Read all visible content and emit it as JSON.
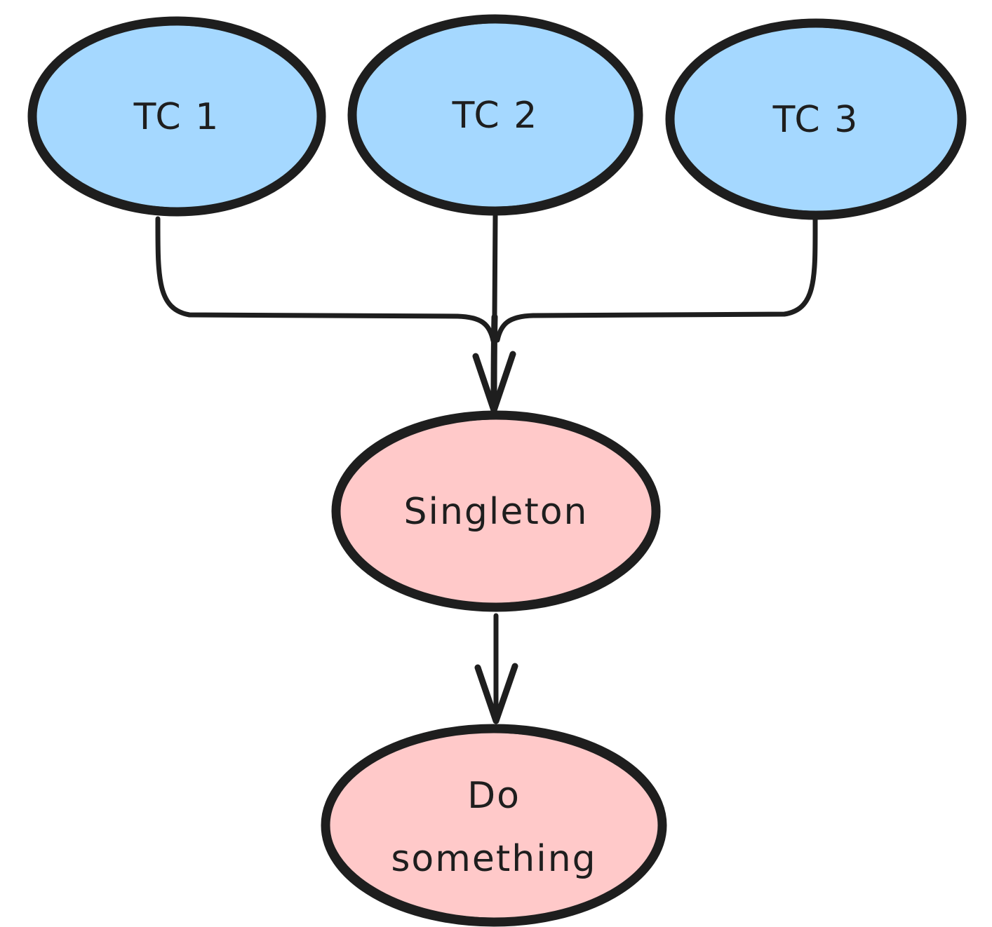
{
  "diagram": {
    "background_color": "#ffffff",
    "stroke_color": "#1e1e1e",
    "palette": {
      "blue_fill": "#a5d8ff",
      "pink_fill": "#ffc9c9"
    },
    "nodes": [
      {
        "id": "tc1",
        "label": "TC 1",
        "shape": "ellipse",
        "fill": "#a5d8ff"
      },
      {
        "id": "tc2",
        "label": "TC 2",
        "shape": "ellipse",
        "fill": "#a5d8ff"
      },
      {
        "id": "tc3",
        "label": "TC 3",
        "shape": "ellipse",
        "fill": "#a5d8ff"
      },
      {
        "id": "singleton",
        "label": "Singleton",
        "shape": "ellipse",
        "fill": "#ffc9c9"
      },
      {
        "id": "do-something",
        "label": "Do something",
        "lines": [
          "Do",
          "something"
        ],
        "shape": "ellipse",
        "fill": "#ffc9c9"
      }
    ],
    "edges": [
      {
        "from": "tc1",
        "to": "singleton",
        "style": "merges into shared arrow"
      },
      {
        "from": "tc2",
        "to": "singleton",
        "style": "straight, shared arrowhead"
      },
      {
        "from": "tc3",
        "to": "singleton",
        "style": "merges into shared arrow"
      },
      {
        "from": "singleton",
        "to": "do-something",
        "style": "straight arrow"
      }
    ]
  }
}
